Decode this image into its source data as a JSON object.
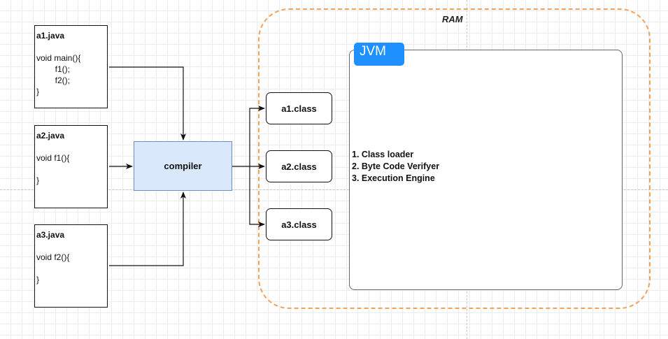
{
  "ram": {
    "label": "RAM"
  },
  "sources": [
    {
      "filename": "a1.java",
      "lines": [
        "void main(){",
        "        f1();",
        "        f2();",
        "}"
      ]
    },
    {
      "filename": "a2.java",
      "lines": [
        "void f1(){",
        "",
        "}"
      ]
    },
    {
      "filename": "a3.java",
      "lines": [
        "void f2(){",
        "",
        "}"
      ]
    }
  ],
  "compiler": {
    "label": "compiler"
  },
  "class_files": [
    {
      "label": "a1.class"
    },
    {
      "label": "a2.class"
    },
    {
      "label": "a3.class"
    }
  ],
  "jvm": {
    "title": "JVM",
    "components": [
      "1. Class loader",
      "2. Byte Code Verifyer",
      "3. Execution Engine"
    ]
  },
  "colors": {
    "ram_border": "#f0a25c",
    "compiler_fill": "#dae8fc",
    "compiler_stroke": "#6c8ebf",
    "jvm_tab": "#1e90ff"
  }
}
